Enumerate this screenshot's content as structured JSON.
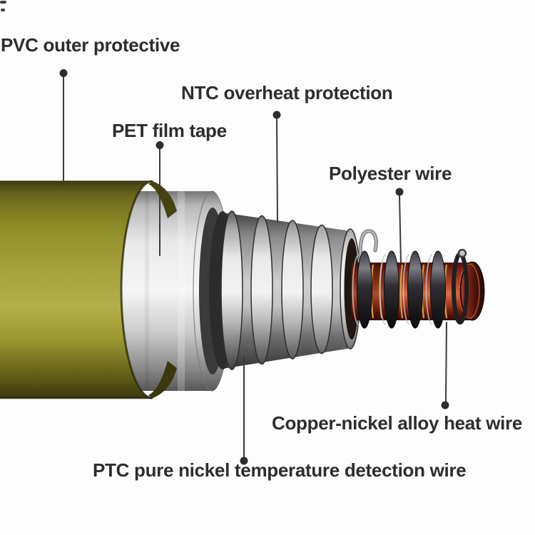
{
  "figure": {
    "description": "Heating cable layer structure diagram",
    "background_color": "#fdfdfd",
    "text_color": "#2d2d2d",
    "leader_line_color": "#3a3a3a",
    "leader_dot_color": "#2e2e2e",
    "labels": {
      "pvc": "PVC outer protective",
      "ntc": "NTC overheat protection",
      "pet": "PET film tape",
      "polyester": "Polyester wire",
      "copper": "Copper-nickel alloy heat wire",
      "ptc": "PTC pure nickel temperature detection wire"
    },
    "colors": {
      "pvc_outer_yellow": "#a6a33e",
      "pet_film_silver": "#e9e9e9",
      "ntc_spiral_metal": "#d9d9d9",
      "polyester_wire_gold": "#d2a94e",
      "copper_heat_core": "#b94928",
      "detection_wire_dark": "#2f2f35"
    }
  }
}
